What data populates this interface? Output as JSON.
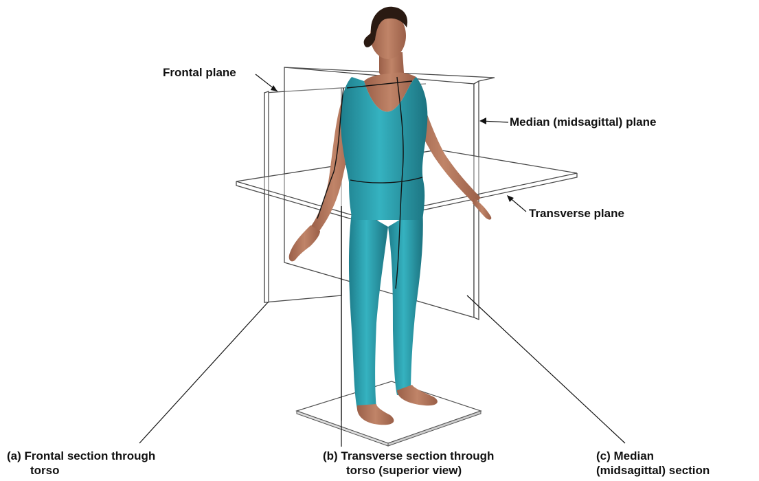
{
  "labels": {
    "frontal_plane": "Frontal plane",
    "median_plane": "Median (midsagittal) plane",
    "transverse_plane": "Transverse plane"
  },
  "captions": {
    "a": {
      "line1": "(a)  Frontal section through",
      "line2": "torso"
    },
    "b": {
      "line1": "(b)  Transverse section  through",
      "line2": "torso (superior view)"
    },
    "c": {
      "line1": "(c)  Median",
      "line2": "(midsagittal) section"
    }
  },
  "colors": {
    "suit": "#2a9aa8",
    "suit_shadow": "#1c7380",
    "skin": "#b0735a",
    "hair": "#2a1a12",
    "plane_line": "#4a4a4a"
  }
}
